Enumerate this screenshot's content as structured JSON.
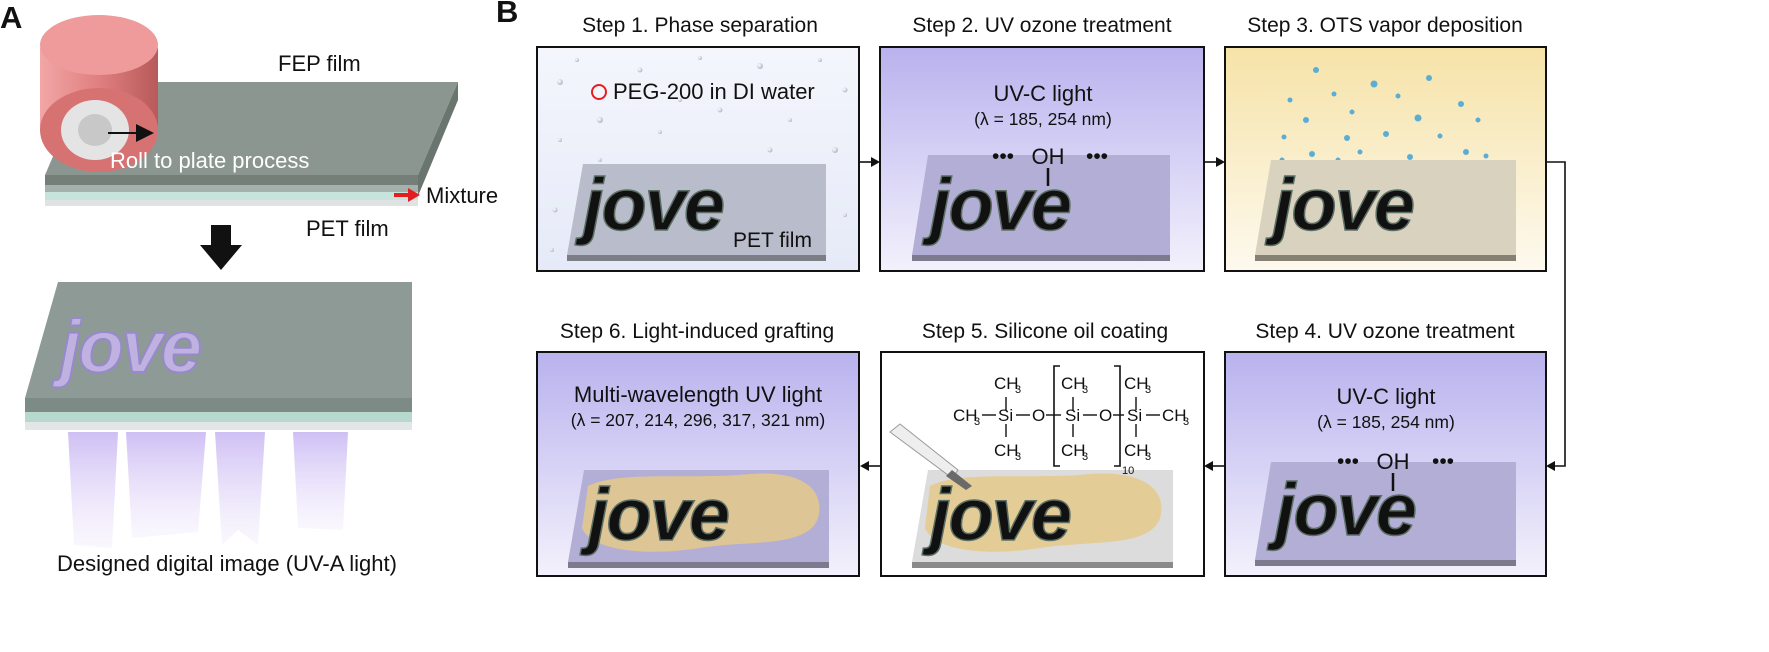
{
  "panel_a": {
    "label": "A",
    "fep_film": "FEP film",
    "roll_process": "Roll to plate process",
    "mixture": "Mixture",
    "pet_film": "PET film",
    "word_art": "jove",
    "caption": "Designed digital image (UV-A light)"
  },
  "panel_b": {
    "label": "B",
    "steps": [
      {
        "title": "Step 1. Phase separation",
        "legend": "PEG-200 in DI water",
        "substrate": "PET film",
        "word_art": "jove"
      },
      {
        "title": "Step 2. UV ozone treatment",
        "light": "UV-C light",
        "wavelength": "(λ = 185, 254 nm)",
        "dots_left": "•••",
        "group": "OH",
        "dots_right": "•••",
        "word_art": "jove"
      },
      {
        "title": "Step 3. OTS vapor deposition",
        "word_art": "jove"
      },
      {
        "title": "Step 4. UV ozone treatment",
        "light": "UV-C light",
        "wavelength": "(λ = 185, 254 nm)",
        "dots_left": "•••",
        "group": "OH",
        "dots_right": "•••",
        "word_art": "jove"
      },
      {
        "title": "Step 5. Silicone oil coating",
        "word_art": "jove",
        "chem": {
          "ch3": "CH",
          "three": "3",
          "si": "Si",
          "o": "O",
          "rep": "10"
        }
      },
      {
        "title": "Step 6. Light-induced grafting",
        "light": "Multi-wavelength UV light",
        "wavelength": "(λ = 207, 214, 296, 317, 321 nm)",
        "word_art": "jove"
      }
    ]
  },
  "colors": {
    "roller": "#e07f7f",
    "film": "#7d8a84",
    "uv_a": "#c9b6f0",
    "uvc_bg": "#c6c0ee",
    "ots_bg": "#f7e6b2",
    "oil": "#e4c98a",
    "arrow_red": "#e41e1e",
    "droplet": "#5aaed6"
  }
}
